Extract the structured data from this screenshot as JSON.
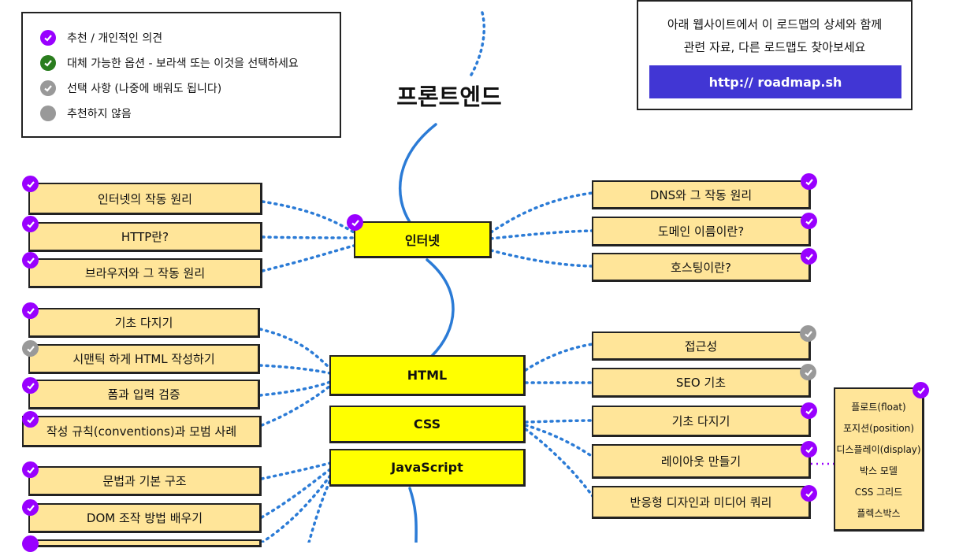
{
  "title": "프론트엔드",
  "legend": {
    "recommended": "추천 / 개인적인 의견",
    "alternative": "대체 가능한 옵션 - 보라색 또는 이것을 선택하세요",
    "optional": "선택 사항 (나중에 배워도 됩니다)",
    "not_recommended": "추천하지 않음"
  },
  "info": {
    "line1": "아래 웹사이트에서 이 로드맵의 상세와 함께",
    "line2": "관련 자료, 다른 로드맵도 찾아보세요",
    "link": "http:// roadmap.sh"
  },
  "colors": {
    "recommended": "#9900ff",
    "alternative": "#2a7d1e",
    "optional": "#999999",
    "not_recommended": "#999999",
    "main_node": "#ffff00",
    "topic_node": "#ffe599",
    "link_button": "#4136d4",
    "connector": "#2b7bd6"
  },
  "main_nodes": {
    "internet": "인터넷",
    "html": "HTML",
    "css": "CSS",
    "javascript": "JavaScript"
  },
  "internet_left": [
    "인터넷의 작동 원리",
    "HTTP란?",
    "브라우저와 그 작동 원리"
  ],
  "internet_right": [
    "DNS와 그 작동 원리",
    "도메인 이름이란?",
    "호스팅이란?"
  ],
  "html_left": [
    "기초 다지기",
    "시맨틱 하게 HTML 작성하기",
    "폼과 입력 검증",
    "작성 규칙(conventions)과 모범 사례"
  ],
  "html_right": [
    "접근성",
    "SEO 기초"
  ],
  "css_right": [
    "기초 다지기",
    "레이아웃 만들기",
    "반응형 디자인과 미디어 쿼리"
  ],
  "js_left": [
    "문법과 기본 구조",
    "DOM 조작 방법 배우기"
  ],
  "layout_items": [
    "플로트(float)",
    "포지션(position)",
    "디스플레이(display)",
    "박스 모델",
    "CSS 그리드",
    "플렉스박스"
  ]
}
